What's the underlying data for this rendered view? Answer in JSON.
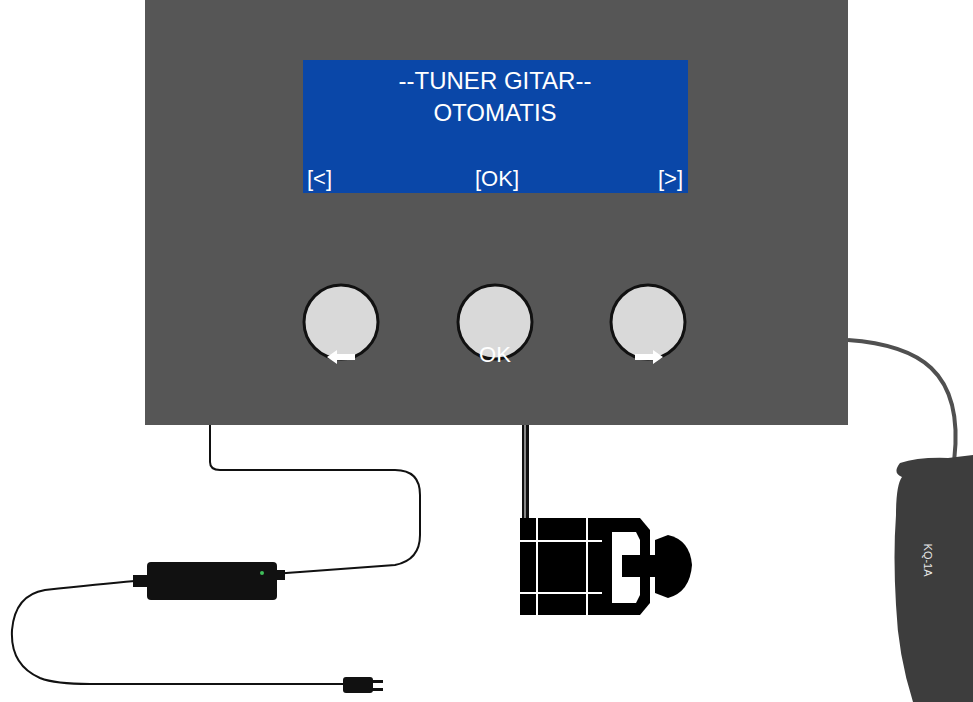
{
  "diagram": {
    "nodes": [
      {
        "text": [
          "OK"
        ]
      },
      {
        "text": [
          "--TUNER GITAR--",
          "OTOMATIS",
          "[<]",
          "[OK]",
          "[>]"
        ],
        "in": 0
      },
      {
        "text": [
          "KQ-1A"
        ]
      }
    ],
    "edges": [
      {
        "from": 0,
        "to": 2,
        "arrow": "none"
      }
    ]
  }
}
